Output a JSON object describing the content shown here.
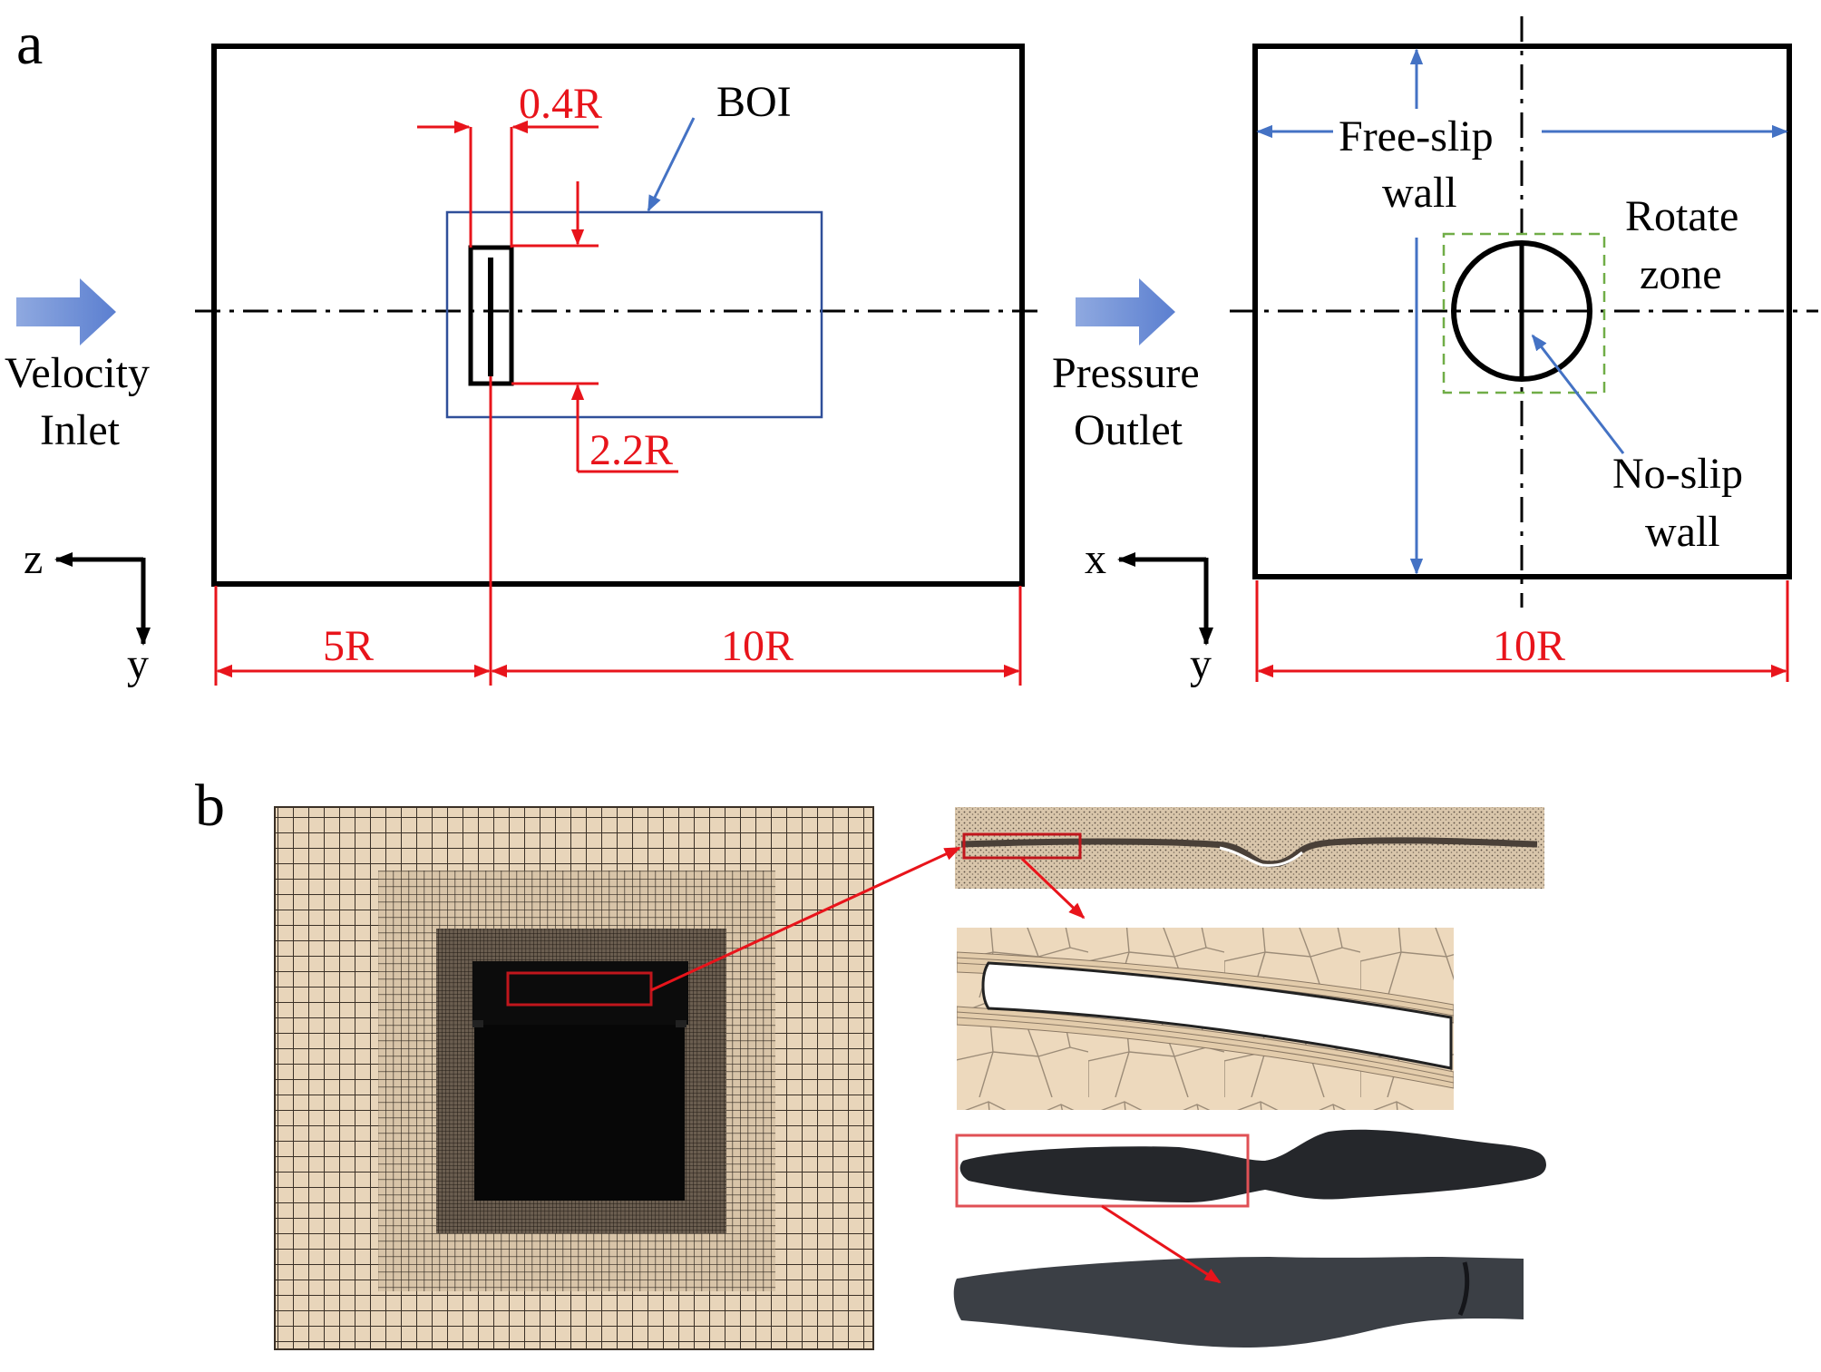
{
  "panel_a": {
    "label": "a",
    "left_view": {
      "inlet_line1": "Velocity",
      "inlet_line2": "Inlet",
      "boi_label": "BOI",
      "dim_blade_gap": "0.4R",
      "dim_blade_height": "2.2R",
      "dim_upstream": "5R",
      "dim_downstream": "10R",
      "axis_horizontal": "z",
      "axis_vertical": "y"
    },
    "right_view": {
      "outlet_line1": "Pressure",
      "outlet_line2": "Outlet",
      "free_slip_line1": "Free-slip",
      "free_slip_line2": "wall",
      "rotate_line1": "Rotate",
      "rotate_line2": "zone",
      "no_slip_line1": "No-slip",
      "no_slip_line2": "wall",
      "dim_width": "10R",
      "axis_horizontal": "x",
      "axis_vertical": "y"
    }
  },
  "panel_b": {
    "label": "b"
  },
  "colors": {
    "dimension": "#e8141b",
    "leader": "#4472c4",
    "arrow_fill": "#6f8fd6",
    "rotate_zone": "#70ad47",
    "mesh_bg": "#e8d5ba",
    "mesh_line": "#3a3026",
    "blade": "#2a2c30"
  }
}
